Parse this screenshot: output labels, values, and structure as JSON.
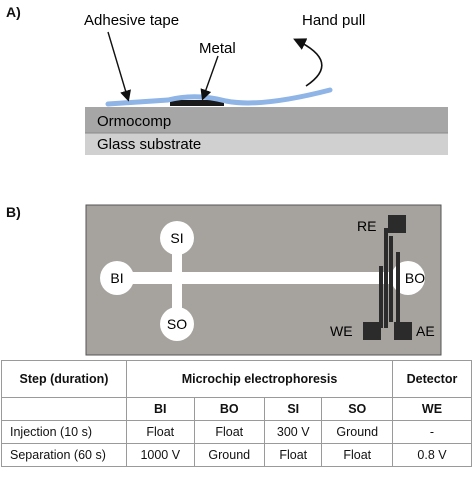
{
  "panel_a": {
    "label": "A)",
    "adhesive_tape": "Adhesive tape",
    "metal": "Metal",
    "hand_pull": "Hand pull",
    "ormocomp": "Ormocomp",
    "glass": "Glass substrate",
    "colors": {
      "tape": "#8fb4e6",
      "ormocomp": "#a6a6a6",
      "glass": "#d0d0d0",
      "metal": "#1a1a1a"
    }
  },
  "panel_b": {
    "label": "B)",
    "reservoirs": {
      "si": "SI",
      "bi": "BI",
      "so": "SO",
      "bo": "BO"
    },
    "electrodes": {
      "re": "RE",
      "we": "WE",
      "ae": "AE"
    },
    "colors": {
      "chip": "#a6a29e",
      "channel": "#ffffff",
      "electrode": "#2b2b2b"
    }
  },
  "table": {
    "h_step": "Step (duration)",
    "h_mce": "Microchip electrophoresis",
    "h_detector": "Detector",
    "sub": [
      "BI",
      "BO",
      "SI",
      "SO",
      "WE"
    ],
    "rows": [
      {
        "step": "Injection (10 s)",
        "values": [
          "Float",
          "Float",
          "300 V",
          "Ground",
          "-"
        ]
      },
      {
        "step": "Separation (60 s)",
        "values": [
          "1000 V",
          "Ground",
          "Float",
          "Float",
          "0.8 V"
        ]
      }
    ]
  }
}
